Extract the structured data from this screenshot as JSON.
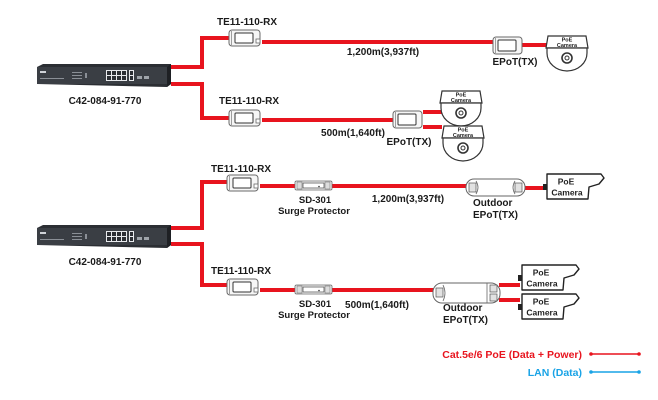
{
  "diagram": {
    "colors": {
      "poe_cable": "#e8141e",
      "lan_cable": "#19a3e6",
      "device_outline": "#555555",
      "switch_body": "#2b2e33"
    },
    "groups": [
      {
        "switch": {
          "label": "C42-084-91-770",
          "icon": "network-switch-icon"
        },
        "branches": [
          {
            "receiver": "TE11-110-RX",
            "distance": "1,200m(3,937ft)",
            "transmitter": "EPoT(TX)",
            "cameras": [
              {
                "line1": "PoE",
                "line2": "Camera",
                "type": "dome"
              }
            ]
          },
          {
            "receiver": "TE11-110-RX",
            "distance": "500m(1,640ft)",
            "transmitter": "EPoT(TX)",
            "cameras": [
              {
                "line1": "PoE",
                "line2": "Camera",
                "type": "dome"
              },
              {
                "line1": "PoE",
                "line2": "Camera",
                "type": "dome"
              }
            ]
          }
        ]
      },
      {
        "switch": {
          "label": "C42-084-91-770",
          "icon": "network-switch-icon"
        },
        "branches": [
          {
            "receiver": "TE11-110-RX",
            "surge": {
              "model": "SD-301",
              "name": "Surge Protector"
            },
            "distance": "1,200m(3,937ft)",
            "transmitter": {
              "line1": "Outdoor",
              "line2": "EPoT(TX)"
            },
            "cameras": [
              {
                "line1": "PoE",
                "line2": "Camera",
                "type": "bullet"
              }
            ]
          },
          {
            "receiver": "TE11-110-RX",
            "surge": {
              "model": "SD-301",
              "name": "Surge Protector"
            },
            "distance": "500m(1,640ft)",
            "transmitter": {
              "line1": "Outdoor",
              "line2": "EPoT(TX)"
            },
            "cameras": [
              {
                "line1": "PoE",
                "line2": "Camera",
                "type": "bullet"
              },
              {
                "line1": "PoE",
                "line2": "Camera",
                "type": "bullet"
              }
            ]
          }
        ]
      }
    ]
  },
  "legend": {
    "poe": "Cat.5e/6 PoE (Data + Power)",
    "lan": "LAN (Data)"
  }
}
